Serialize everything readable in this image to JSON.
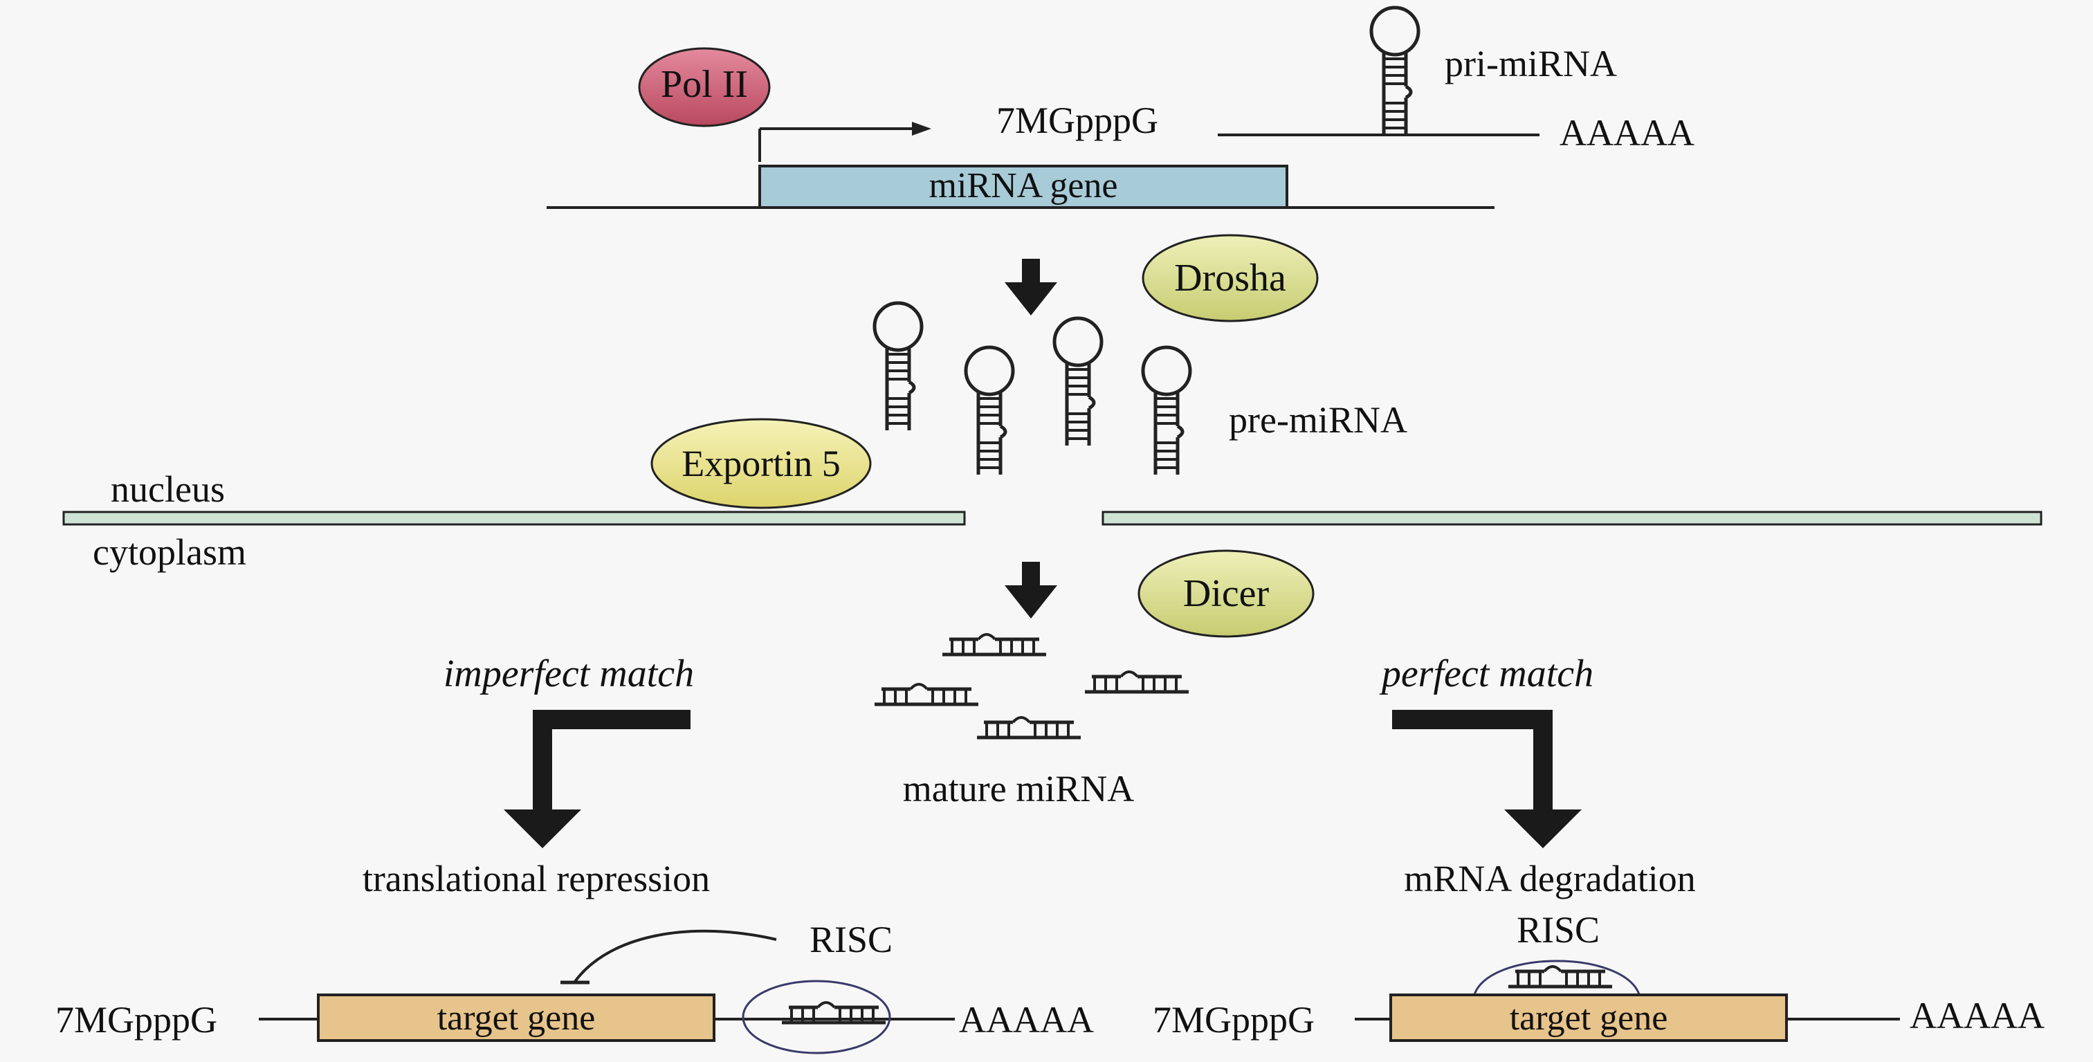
{
  "labels": {
    "pol_ii": "Pol II",
    "pri_cap": "7MGpppG",
    "pri_mirna": "pri-miRNA",
    "pri_polya": "AAAAA",
    "mirna_gene": "miRNA gene",
    "drosha": "Drosha",
    "pre_mirna": "pre-miRNA",
    "exportin5": "Exportin 5",
    "nucleus": "nucleus",
    "cytoplasm": "cytoplasm",
    "dicer": "Dicer",
    "imperfect_match": "imperfect match",
    "perfect_match": "perfect match",
    "mature_mirna": "mature miRNA",
    "translational_repression": "translational repression",
    "mrna_degradation": "mRNA degradation",
    "risc_left": "RISC",
    "risc_right": "RISC",
    "left_cap": "7MGpppG",
    "left_target_gene": "target gene",
    "left_polya": "AAAAA",
    "right_cap": "7MGpppG",
    "right_target_gene": "target gene",
    "right_polya": "AAAAA"
  },
  "colors": {
    "pol_ii_fill": "#cf5f78",
    "enzyme_fill": "#d8dd92",
    "exportin_fill": "#ece68f",
    "gene_box_fill": "#a8cbd8",
    "target_box_fill": "#e7c48b",
    "membrane_fill": "#cfe3d5",
    "line": "#222222"
  },
  "icons": {
    "hairpin": "hairpin-rna-icon",
    "mature_duplex": "mirna-duplex-icon",
    "down_arrow": "down-arrow-icon"
  }
}
